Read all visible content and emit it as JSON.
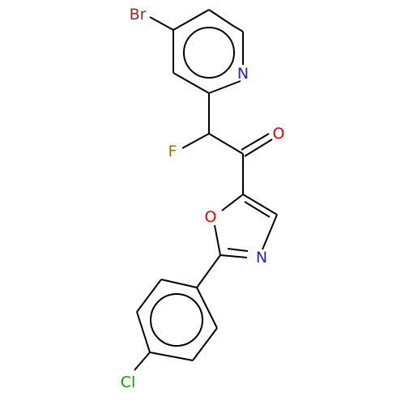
{
  "colors": {
    "bond": "#000000",
    "Br": "#8b2b2b",
    "N": "#2323c8",
    "O": "#e00000",
    "F": "#a07000",
    "Cl": "#00a000"
  },
  "atoms": {
    "br": {
      "label": "Br",
      "element": "Br"
    },
    "n_pyridine": {
      "label": "N",
      "element": "N"
    },
    "f": {
      "label": "F",
      "element": "F"
    },
    "o_carbonyl": {
      "label": "O",
      "element": "O"
    },
    "o_oxazole": {
      "label": "O",
      "element": "O"
    },
    "n_oxazole": {
      "label": "N",
      "element": "N"
    },
    "cl": {
      "label": "Cl",
      "element": "Cl"
    }
  }
}
